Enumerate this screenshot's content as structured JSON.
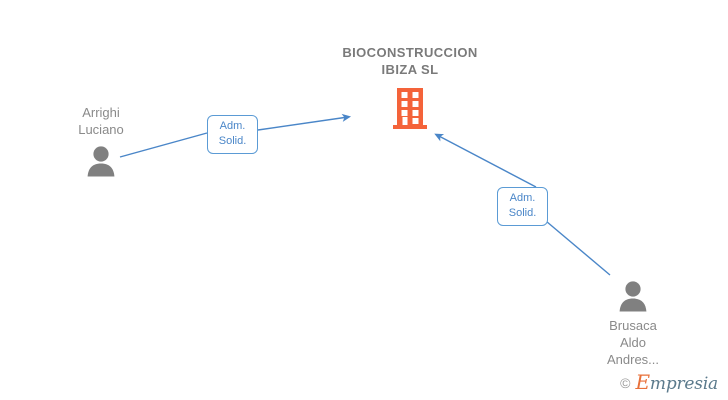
{
  "graph": {
    "company": {
      "name": "BIOCONSTRUCCION\nIBIZA  SL",
      "icon": "building-icon",
      "icon_color": "#f4633a"
    },
    "persons": [
      {
        "id": "arrighi-luciano",
        "name": "Arrighi\nLuciano",
        "icon": "person-icon",
        "icon_color": "#808080",
        "position": "left"
      },
      {
        "id": "brusaca-aldo-andres",
        "name": "Brusaca\nAldo\nAndres...",
        "icon": "person-icon",
        "icon_color": "#808080",
        "position": "right"
      }
    ],
    "relations": [
      {
        "id": "relation-arrighi-luciano",
        "label": "Adm.\nSolid.",
        "from": "arrighi-luciano",
        "to": "company",
        "color": "#4a86c8"
      },
      {
        "id": "relation-brusaca-aldo-andres",
        "label": "Adm.\nSolid.",
        "from": "brusaca-aldo-andres",
        "to": "company",
        "color": "#4a86c8"
      }
    ],
    "edge_color": "#4a86c8",
    "background": "#ffffff"
  },
  "watermark": {
    "copyright": "©",
    "brand_initial": "E",
    "brand_rest": "mpresia"
  }
}
